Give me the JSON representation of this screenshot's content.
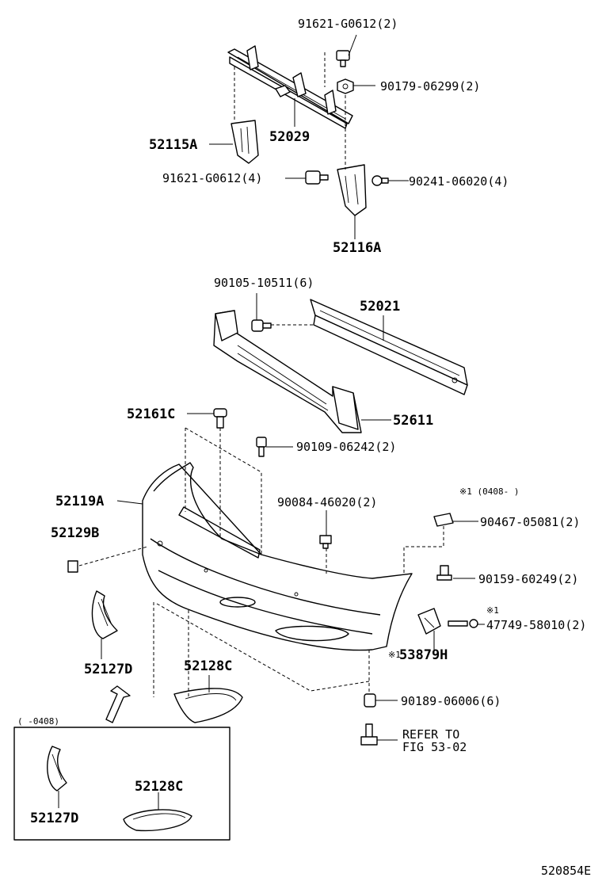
{
  "labels": {
    "bolt_top": "91621-G0612(2)",
    "nut_top": "90179-06299(2)",
    "support_center": "52029",
    "bracket_left": "52115A",
    "bolt_mid": "91621-G0612(4)",
    "screw_mid": "90241-06020(4)",
    "bracket_right": "52116A",
    "bolt_reinf": "90105-10511(6)",
    "reinforcement": "52021",
    "absorber": "52611",
    "clip_top": "52161C",
    "bolt_cover": "90109-06242(2)",
    "cover": "52119A",
    "clip_mid": "90084-46020(2)",
    "note_range_a": "※1 (0408-     )",
    "nut_clip": "90467-05081(2)",
    "plug": "52129B",
    "bolt_side": "90159-60249(2)",
    "note_mark_a": "※1",
    "screw_side": "47749-58010(2)",
    "note_mark_b": "※1",
    "bracket_side": "53879H",
    "grille_left": "52127D",
    "grille_right": "52128C",
    "clip_bottom": "90189-06006(6)",
    "refer_1": "REFER TO",
    "refer_2": "FIG 53-02",
    "inset_range": "(    -0408)",
    "inset_grille_left": "52127D",
    "inset_grille_right": "52128C",
    "figure_id": "520854E"
  }
}
